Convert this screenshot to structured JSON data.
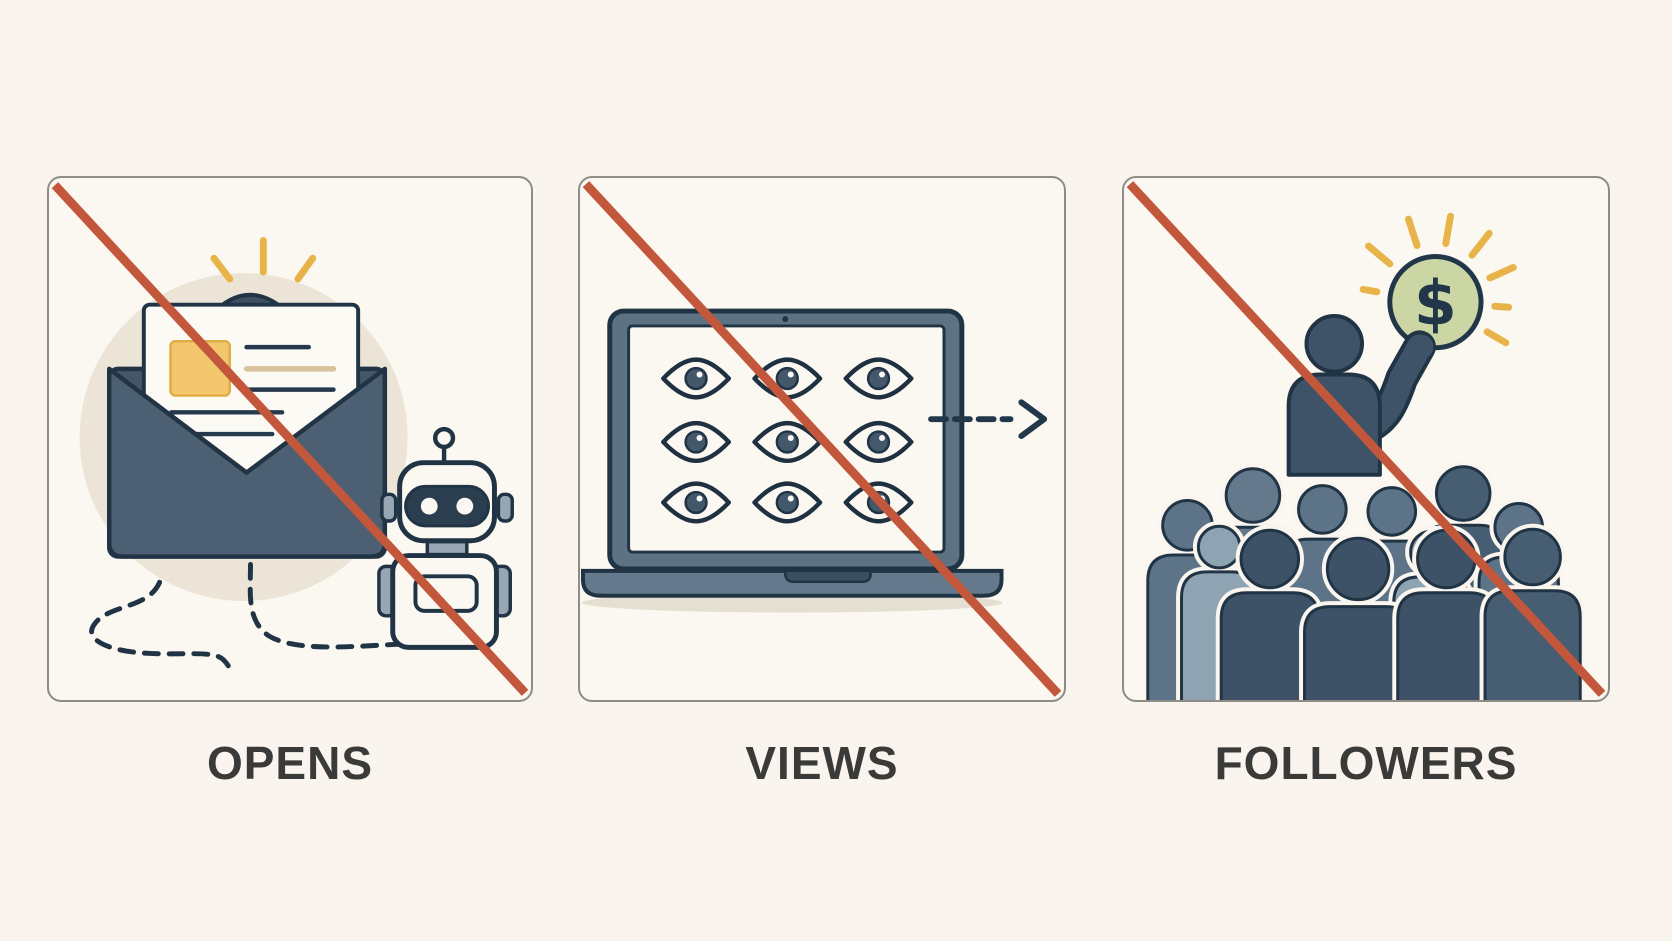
{
  "page": {
    "background_color": "#f9f5ee",
    "theme": "three crossed-out vanity-metric illustrations"
  },
  "panels": [
    {
      "label": "OPENS",
      "icon": "open-email-with-robot-and-tracking-path",
      "strikethrough": true
    },
    {
      "label": "VIEWS",
      "icon": "laptop-screen-of-eyes-with-exit-arrow",
      "strikethrough": true,
      "eye_rows": 3,
      "eye_cols": 3
    },
    {
      "label": "FOLLOWERS",
      "icon": "speaker-holding-dollar-coin-above-crowd",
      "strikethrough": true,
      "coin_symbol": "$",
      "crowd_count": 12
    }
  ],
  "colors": {
    "panel_background": "#fbf8f1",
    "panel_border": "#8e8c84",
    "strike_red": "#c2573b",
    "outline_navy": "#203445",
    "envelope_slate": "#4d6073",
    "envelope_back": "#445668",
    "accent_yellow": "#e8b449",
    "photo_block_yellow": "#f2c76d",
    "tan_line": "#d9c39c",
    "beige_circle": "#ece4d6",
    "laptop_bezel": "#5d7283",
    "laptop_base": "#64798c",
    "coin_green": "#ccd6a4",
    "robot_gray": "#97a6b2",
    "visor_navy": "#2b3e50",
    "crowd_dark": "#3d5266",
    "crowd_medium": "#5d7488",
    "crowd_light": "#8fa4b3",
    "label_text": "#3a3a38"
  }
}
